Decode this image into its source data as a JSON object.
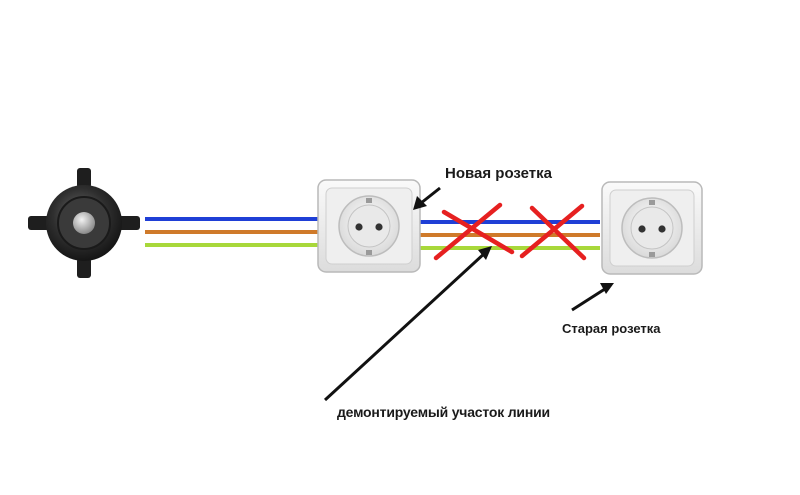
{
  "labels": {
    "new_socket": "Новая розетка",
    "old_socket": "Старая розетка",
    "removed_section": "демонтируемый участок линии"
  },
  "colors": {
    "wire_blue": "#1f3fd6",
    "wire_orange": "#cf7a2a",
    "wire_green": "#a8d83a",
    "cross_red": "#e62020",
    "arrow": "#111111",
    "socket_frame": "#f0f0f0",
    "junction_box": "#2b2b2b"
  },
  "icons": {
    "junction_box": "junction-box-icon",
    "new_socket": "power-socket-icon",
    "old_socket": "power-socket-icon",
    "cross_marks": "cross-mark-icon"
  }
}
